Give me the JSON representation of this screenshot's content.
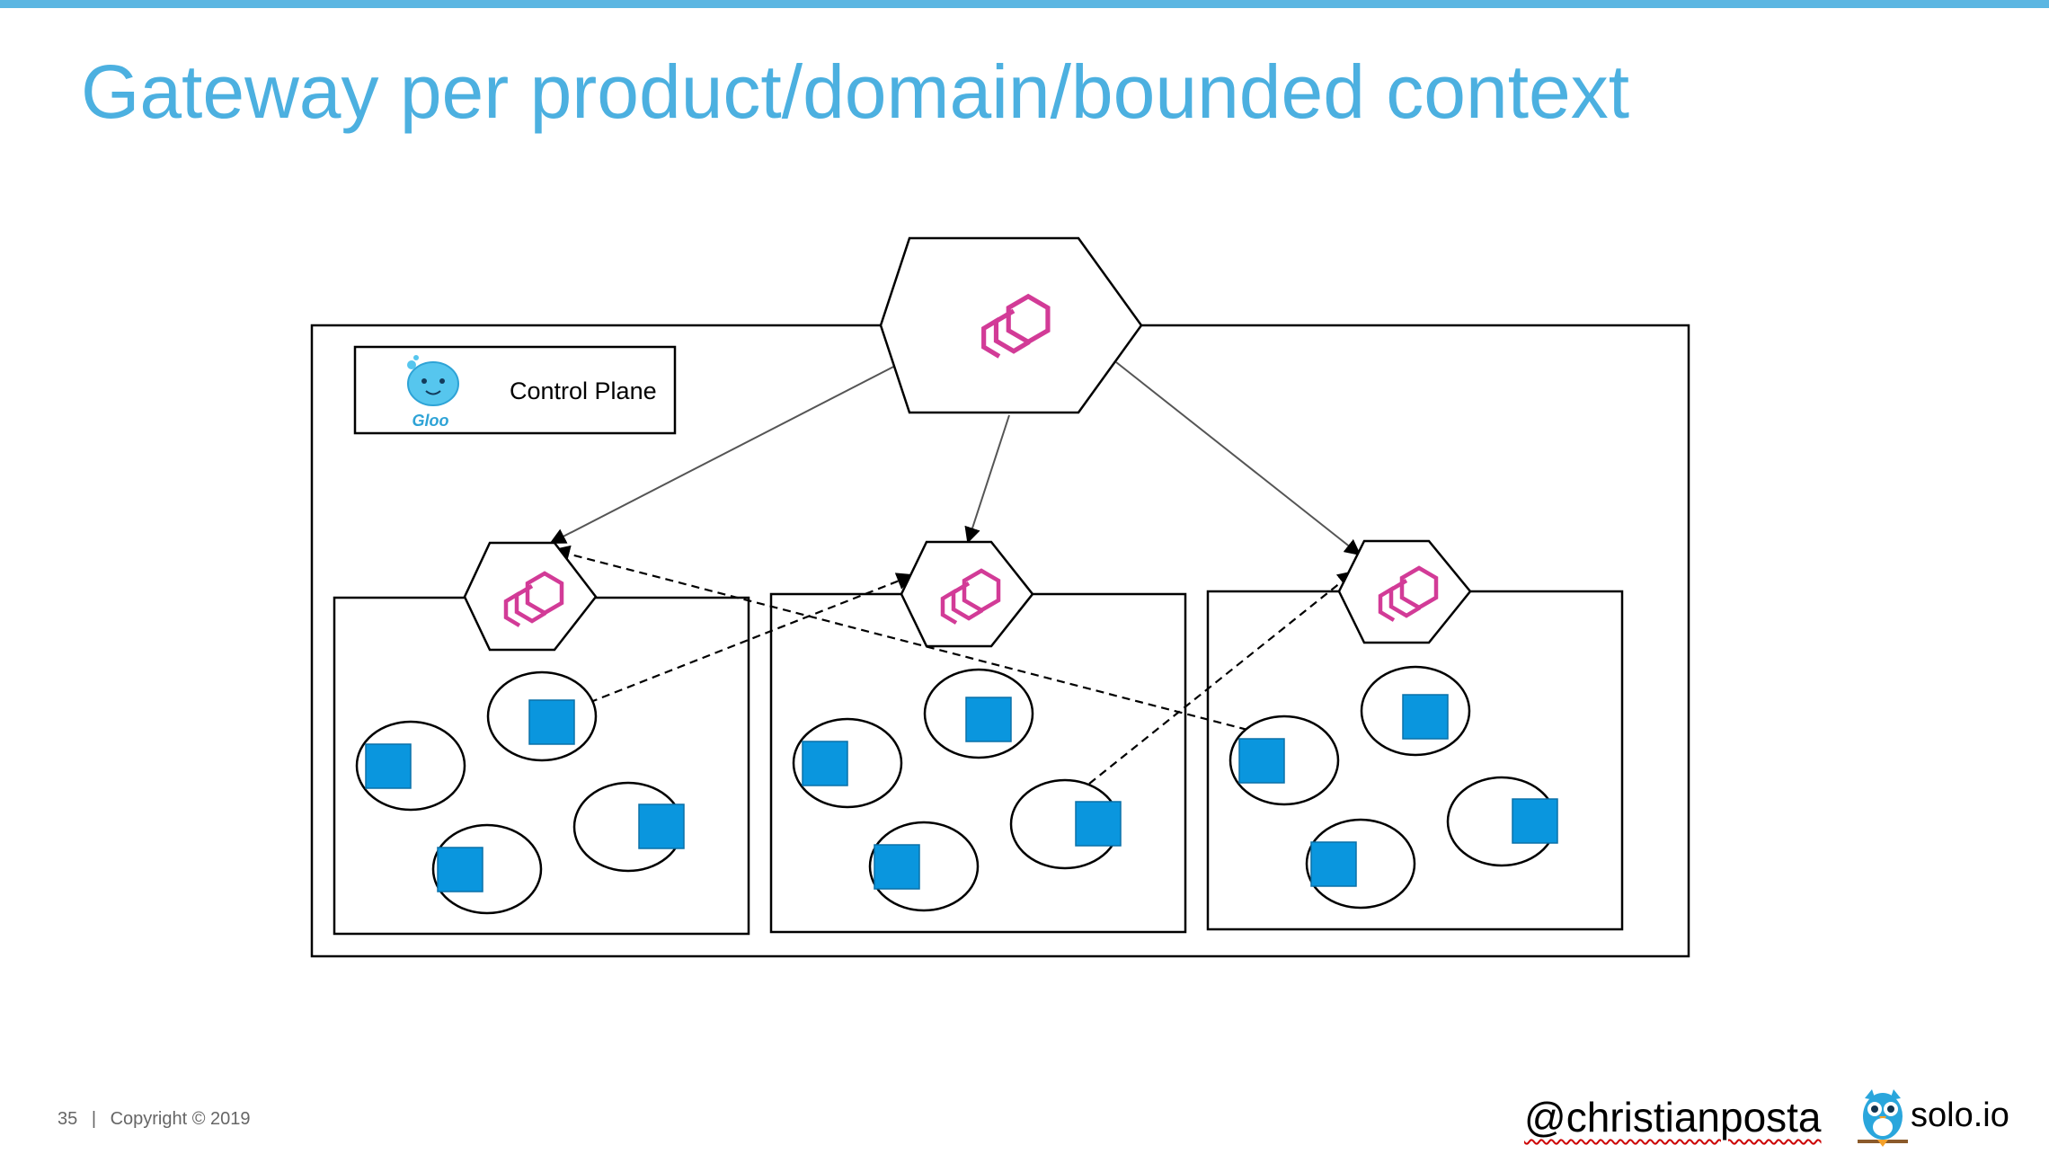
{
  "slide": {
    "title": "Gateway per product/domain/bounded context",
    "page_number": "35",
    "separator": "|",
    "copyright": "Copyright © 2019",
    "handle": "@christianposta",
    "brand": "solo.io"
  },
  "diagram": {
    "control_plane_label": "Control Plane",
    "gloo_logo_text": "Gloo",
    "colors": {
      "accent": "#4cb0e0",
      "envoy_icon": "#d23b97",
      "service": "#0a96de",
      "stroke": "#000000"
    },
    "icons": [
      "envoy-icon",
      "gloo-mascot-icon",
      "solo-owl-icon"
    ]
  }
}
